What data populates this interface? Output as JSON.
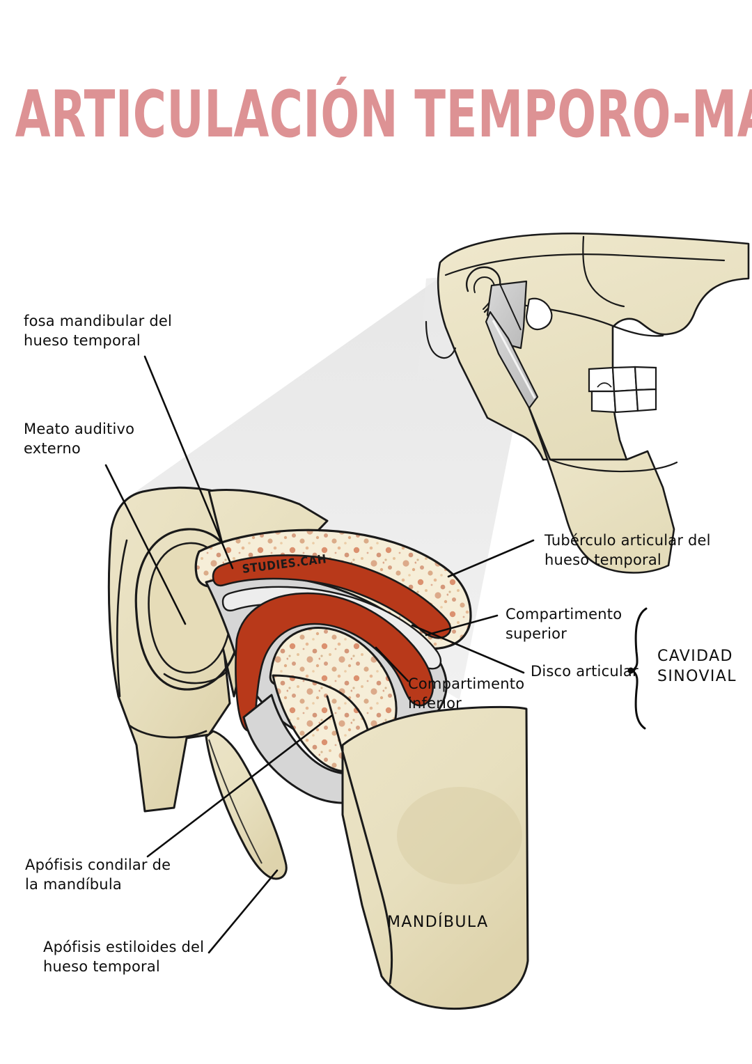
{
  "page": {
    "title": "ARTICULACIÓN TEMPORO-MANDIBULAR",
    "title_color": "#dd9294",
    "background_color": "#ffffff"
  },
  "watermark": {
    "text": "STUDIES.CAH"
  },
  "palette": {
    "bone_cortical": "#e9e1c1",
    "bone_cortical_shade": "#ddd3ab",
    "bone_cancellous": "#f4ead2",
    "cancellous_speck": "#b8502c",
    "cartilage_red": "#b8391a",
    "synovial_grey": "#d6d6d6",
    "magnifier_cone": "#ececec",
    "outline": "#141414",
    "tooth_white": "#ffffff"
  },
  "labels": {
    "fosa_mandibular": "fosa mandibular del\nhueso temporal",
    "meato_auditivo": "Meato auditivo\nexterno",
    "apofisis_condilar": "Apófisis condilar de\nla mandíbula",
    "apofisis_estiloides": "Apófisis estiloides del\nhueso temporal",
    "tuberculo_articular": "Tubérculo articular del\nhueso temporal",
    "compartimento_superior": "Compartimento\nsuperior",
    "disco_articular": "Disco articular",
    "compartimento_inferior": "Compartimento\ninferior",
    "cavidad_sinovial": "CAVIDAD\nSINOVIAL",
    "mandibula": "MANDÍBULA"
  },
  "diagram": {
    "type": "anatomical-illustration",
    "subject": "Temporomandibular joint (TMJ) sagittal section",
    "views": [
      {
        "name": "inset-skull-lateral",
        "description": "Lateral view of skull with TMJ region shaded grey and upper/lower teeth visible"
      },
      {
        "name": "main-magnified-section",
        "description": "Magnified sagittal cut through the temporomandibular joint"
      }
    ],
    "structures": [
      "fosa mandibular del hueso temporal",
      "meato auditivo externo",
      "tubérculo articular del hueso temporal",
      "disco articular",
      "compartimento superior",
      "compartimento inferior",
      "apófisis condilar de la mandíbula",
      "apófisis estiloides del hueso temporal",
      "mandíbula"
    ],
    "bracket_group": {
      "label": "CAVIDAD SINOVIAL",
      "members": [
        "Compartimento superior",
        "Disco articular"
      ]
    }
  }
}
